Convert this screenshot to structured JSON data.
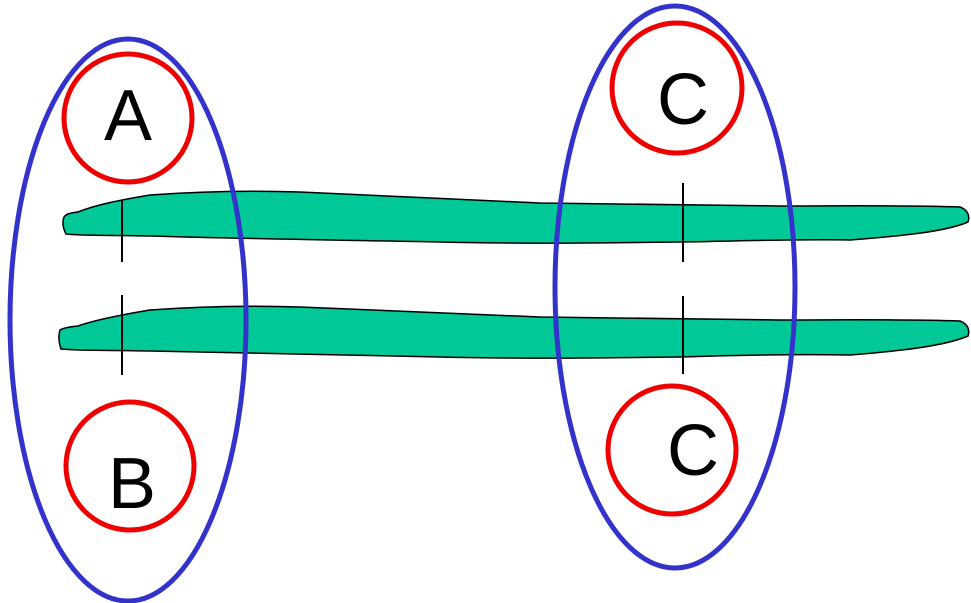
{
  "labels": {
    "left_top": "A",
    "left_bottom": "B",
    "right_top": "C",
    "right_bottom": "C"
  },
  "colors": {
    "background": "#ffffff",
    "chromosome_fill": "#00c896",
    "chromosome_stroke": "#000000",
    "cell_outline": "#3333cc",
    "allele_circle": "#ee0000",
    "text": "#000000"
  }
}
